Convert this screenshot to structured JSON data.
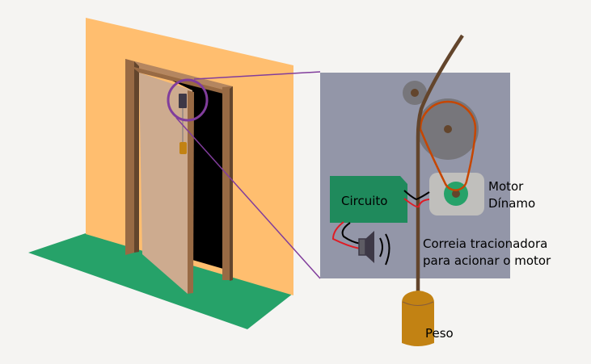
{
  "diagram": {
    "labels": {
      "circuit": "Circuito",
      "motor_line1": "Motor",
      "motor_line2": "Dínamo",
      "belt_line1": "Correia tracionadora",
      "belt_line2": "para acionar o motor",
      "weight": "Peso"
    },
    "colors": {
      "background": "#f5f4f2",
      "wall": "#ffbe6f",
      "floor": "#26a269",
      "door_frame": "#986a44",
      "door_frame_shadow": "#63452c",
      "door": "#cdab8f",
      "doorway": "#000000",
      "highlight": "#813d9c",
      "panel": "#9396a8",
      "pulley": "#77767b",
      "axle": "#63452c",
      "belt": "#c64600",
      "rope": "#63452c",
      "circuit_board": "#1f8a5c",
      "motor_housing": "#c0bfbc",
      "motor_rotor": "#26a269",
      "wire_red": "#e01b24",
      "wire_black": "#000000",
      "speaker": "#3d3846",
      "weight": "#c28213"
    }
  }
}
